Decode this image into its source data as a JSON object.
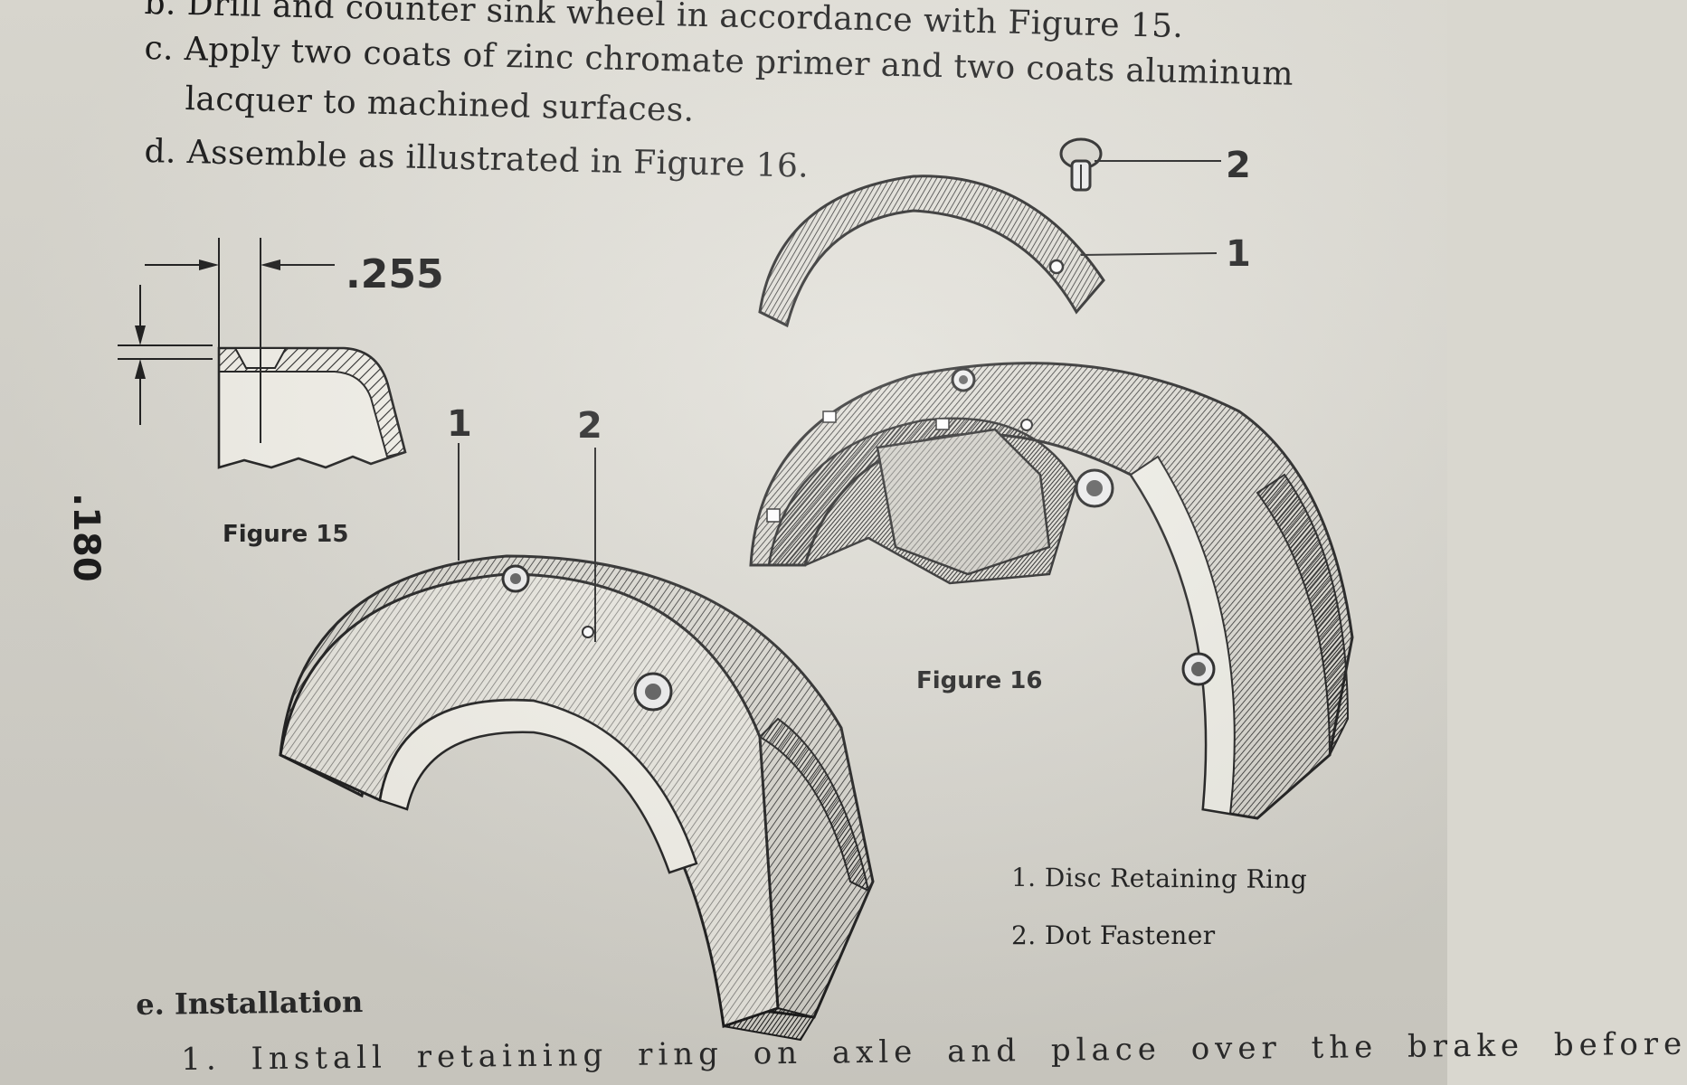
{
  "text_lines": {
    "line_b": "b. Drill and counter sink wheel in accordance with Figure 15.",
    "line_c1": "c. Apply two coats of zinc chromate primer and two coats aluminum",
    "line_c2": "lacquer to machined surfaces.",
    "line_d": "d. Assemble as illustrated in Figure 16."
  },
  "figure15": {
    "caption": "Figure 15",
    "dim_width": ".255",
    "dim_height": ".180"
  },
  "figure16": {
    "caption": "Figure 16",
    "callout_1": "1",
    "callout_2": "2",
    "legend": [
      "1. Disc Retaining Ring",
      "2. Dot Fastener"
    ]
  },
  "wheel_callouts": {
    "callout_1": "1",
    "callout_2": "2"
  },
  "section_e": {
    "heading": "e. Installation",
    "step_1": "1. Install retaining ring on axle and place over the brake before"
  }
}
